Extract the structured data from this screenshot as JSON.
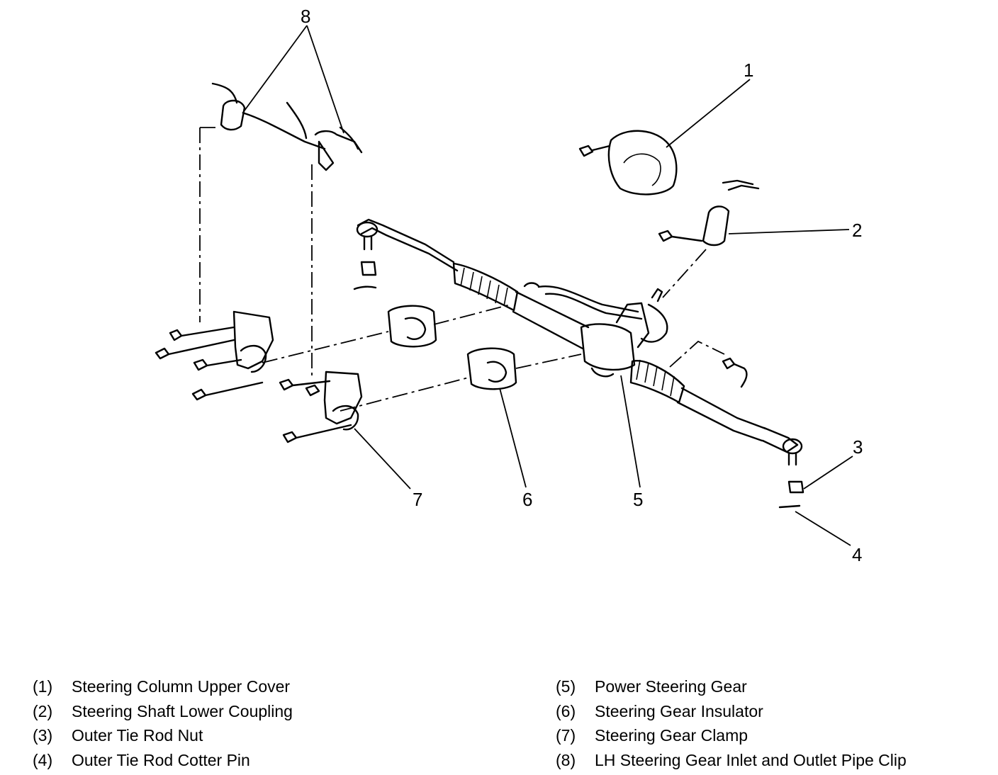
{
  "callouts": [
    "1",
    "2",
    "3",
    "4",
    "5",
    "6",
    "7",
    "8"
  ],
  "legend": {
    "left": [
      {
        "num": "(1)",
        "label": "Steering Column Upper Cover"
      },
      {
        "num": "(2)",
        "label": "Steering Shaft Lower Coupling"
      },
      {
        "num": "(3)",
        "label": "Outer Tie Rod Nut"
      },
      {
        "num": "(4)",
        "label": "Outer Tie Rod Cotter Pin"
      }
    ],
    "right": [
      {
        "num": "(5)",
        "label": "Power Steering Gear"
      },
      {
        "num": "(6)",
        "label": "Steering Gear Insulator"
      },
      {
        "num": "(7)",
        "label": "Steering Gear Clamp"
      },
      {
        "num": "(8)",
        "label": "LH Steering Gear Inlet and Outlet Pipe Clip"
      }
    ]
  }
}
